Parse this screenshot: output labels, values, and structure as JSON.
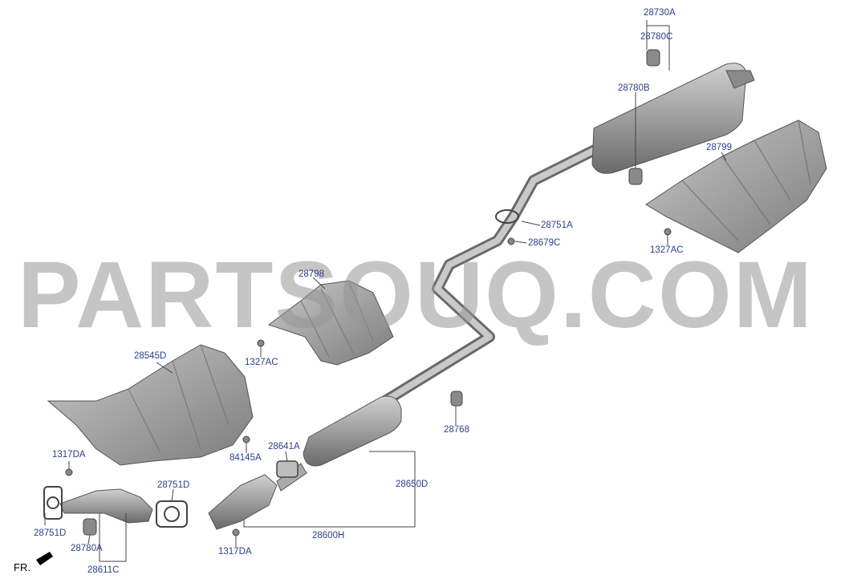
{
  "watermark": "PARTSOUQ.COM",
  "direction_label": "FR.",
  "colors": {
    "label": "#2b3f8f",
    "part_fill": "#a8a8a8",
    "part_dark": "#6c6c6c",
    "line": "#444444"
  },
  "callouts": {
    "p28730A": "28730A",
    "p28780C": "28780C",
    "p28780B": "28780B",
    "p28799": "28799",
    "p28751A": "28751A",
    "p28679C": "28679C",
    "p1327AC_top": "1327AC",
    "p28798": "28798",
    "p1327AC_mid": "1327AC",
    "p28545D": "28545D",
    "p84145A": "84145A",
    "p28641A": "28641A",
    "p28768": "28768",
    "p28650D": "28650D",
    "p1317DA_top": "1317DA",
    "p28751D_right": "28751D",
    "p28751D_left": "28751D",
    "p28780A": "28780A",
    "p1317DA_bottom": "1317DA",
    "p28600H": "28600H",
    "p28611C": "28611C"
  }
}
